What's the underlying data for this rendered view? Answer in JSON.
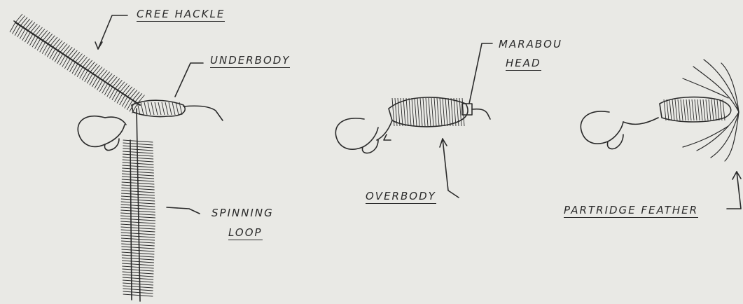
{
  "labels": {
    "cree_hackle": "CREE HACKLE",
    "underbody": "UNDERBODY",
    "spinning_loop_1": "SPINNING",
    "spinning_loop_2": "LOOP",
    "marabou_head_1": "MARABOU",
    "marabou_head_2": "HEAD",
    "overbody": "OVERBODY",
    "partridge_feather": "PARTRIDGE FEATHER"
  },
  "colors": {
    "paper": "#e9e9e5",
    "ink": "#2a2a2a"
  }
}
